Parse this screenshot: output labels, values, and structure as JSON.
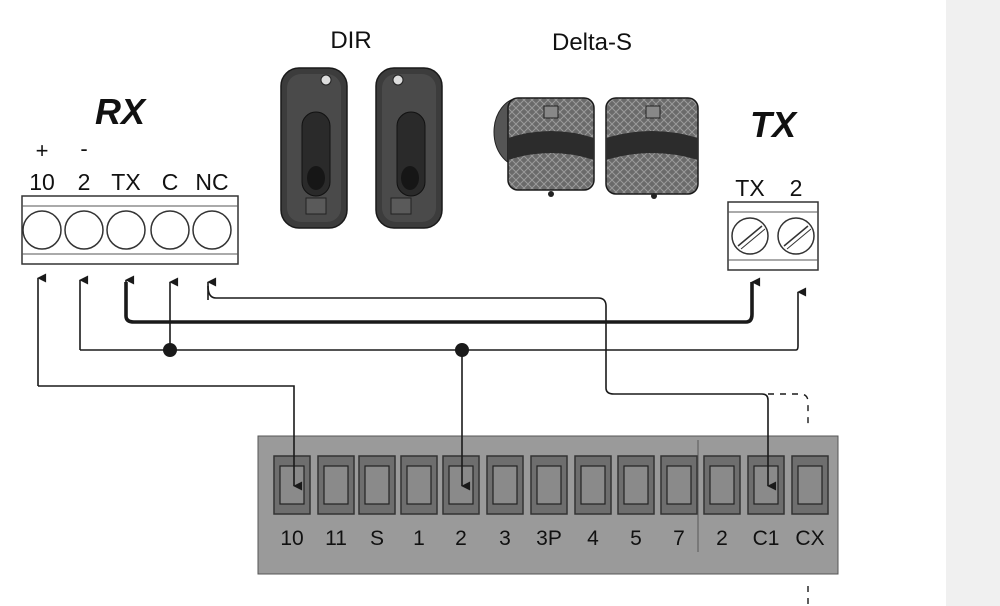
{
  "device_labels": {
    "rx": "RX",
    "tx": "TX",
    "dir": "DIR",
    "delta_s": "Delta-S"
  },
  "rx_polarity": {
    "plus": "+",
    "minus": "-"
  },
  "rx_terminals": [
    "10",
    "2",
    "TX",
    "C",
    "NC"
  ],
  "tx_terminals": [
    "TX",
    "2"
  ],
  "board_terminals": [
    "10",
    "11",
    "S",
    "1",
    "2",
    "3",
    "3P",
    "4",
    "5",
    "7",
    "2",
    "C1",
    "CX"
  ],
  "colors": {
    "wire": "#1a1a1a",
    "board_fill": "#9a9a9a",
    "board_dark": "#6e6e6e",
    "device_dark": "#3c3c3c",
    "sidebar": "#f0f0f0"
  },
  "icons": [
    "photocell-dir-icon",
    "photocell-delta-s-icon",
    "screw-terminal-icon",
    "junction-dot-icon"
  ]
}
